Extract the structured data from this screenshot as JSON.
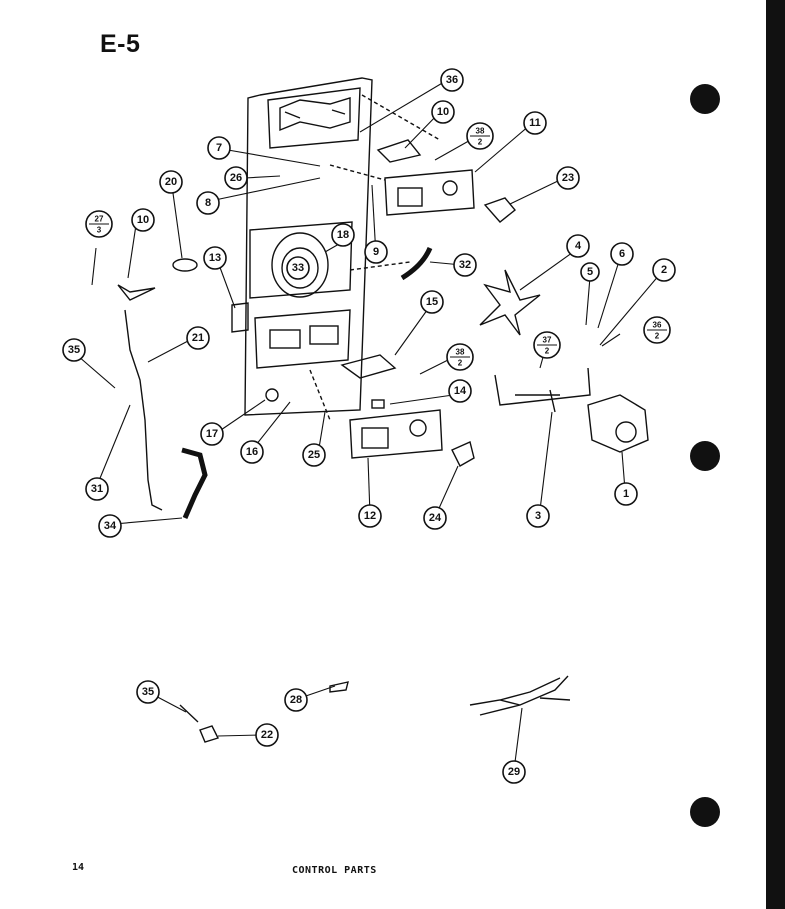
{
  "header": {
    "title": "E-5"
  },
  "footer": {
    "page_number": "14",
    "caption": "CONTROL PARTS"
  },
  "callouts": [
    {
      "id": "c36a",
      "text": "36"
    },
    {
      "id": "c10a",
      "text": "10"
    },
    {
      "id": "c38a",
      "num": "38",
      "den": "2"
    },
    {
      "id": "c11",
      "text": "11"
    },
    {
      "id": "c7",
      "text": "7"
    },
    {
      "id": "c26",
      "text": "26"
    },
    {
      "id": "c8",
      "text": "8"
    },
    {
      "id": "c20",
      "text": "20"
    },
    {
      "id": "c23",
      "text": "23"
    },
    {
      "id": "c27",
      "num": "27",
      "den": "3"
    },
    {
      "id": "c10b",
      "text": "10"
    },
    {
      "id": "c13",
      "text": "13"
    },
    {
      "id": "c18",
      "text": "18"
    },
    {
      "id": "c33",
      "text": "33"
    },
    {
      "id": "c9",
      "text": "9"
    },
    {
      "id": "c32",
      "text": "32"
    },
    {
      "id": "c4",
      "text": "4"
    },
    {
      "id": "c6",
      "text": "6"
    },
    {
      "id": "c2",
      "text": "2"
    },
    {
      "id": "c5",
      "text": "5"
    },
    {
      "id": "c36b",
      "num": "36",
      "den": "2"
    },
    {
      "id": "c15",
      "text": "15"
    },
    {
      "id": "c37",
      "num": "37",
      "den": "2"
    },
    {
      "id": "c21",
      "text": "21"
    },
    {
      "id": "c35a",
      "text": "35"
    },
    {
      "id": "c38b",
      "num": "38",
      "den": "2"
    },
    {
      "id": "c14",
      "text": "14"
    },
    {
      "id": "c17",
      "text": "17"
    },
    {
      "id": "c16",
      "text": "16"
    },
    {
      "id": "c25",
      "text": "25"
    },
    {
      "id": "c31",
      "text": "31"
    },
    {
      "id": "c3",
      "text": "3"
    },
    {
      "id": "c1",
      "text": "1"
    },
    {
      "id": "c12",
      "text": "12"
    },
    {
      "id": "c24",
      "text": "24"
    },
    {
      "id": "c34",
      "text": "34"
    },
    {
      "id": "c35b",
      "text": "35"
    },
    {
      "id": "c28",
      "text": "28"
    },
    {
      "id": "c22",
      "text": "22"
    },
    {
      "id": "c29",
      "text": "29"
    }
  ]
}
